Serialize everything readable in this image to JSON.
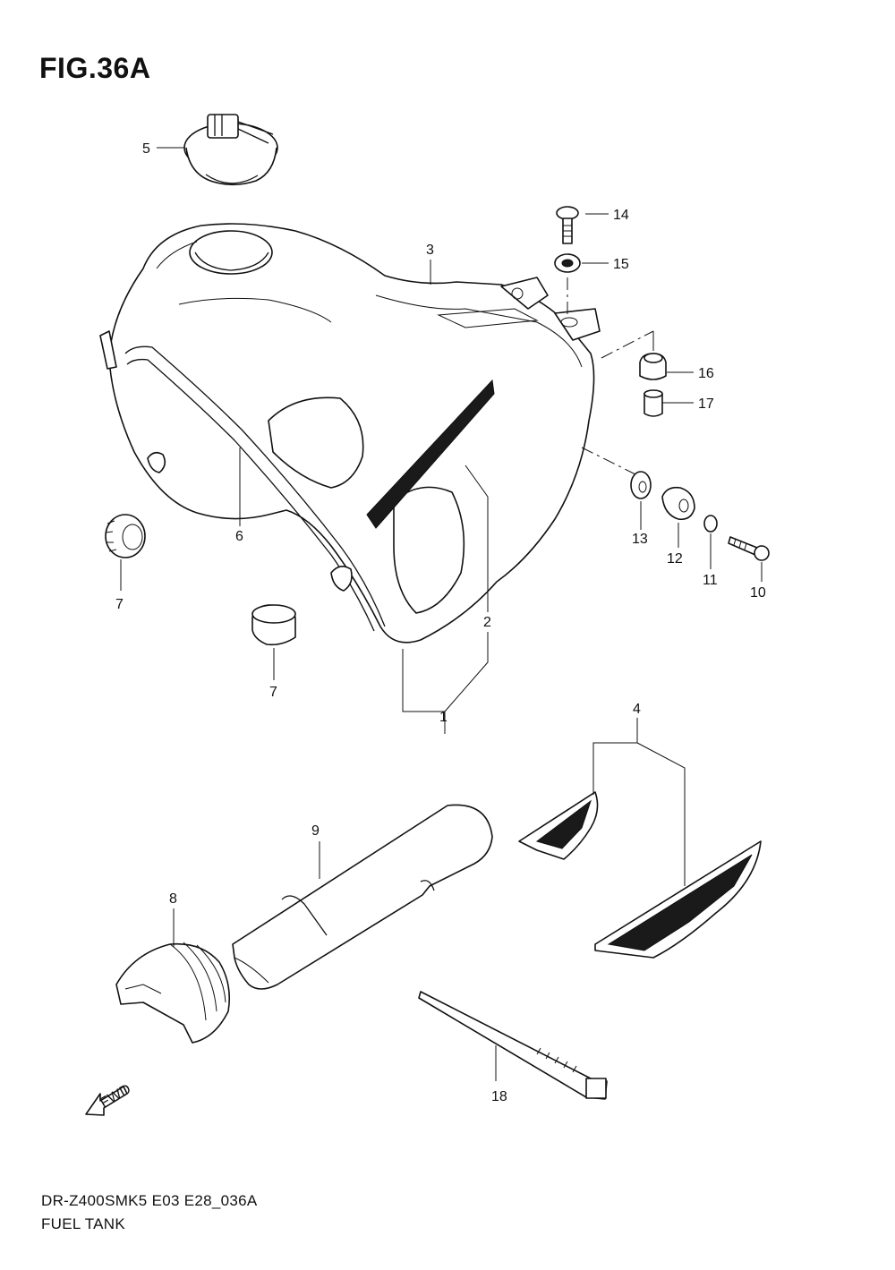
{
  "title": "FIG.36A",
  "footer": {
    "model_code": "DR-Z400SMK5 E03 E28_036A",
    "section_name": "FUEL TANK"
  },
  "direction_marker": "FWD",
  "callouts": [
    "1",
    "2",
    "3",
    "4",
    "5",
    "6",
    "7",
    "7",
    "8",
    "9",
    "10",
    "11",
    "12",
    "13",
    "14",
    "15",
    "16",
    "17",
    "18"
  ]
}
